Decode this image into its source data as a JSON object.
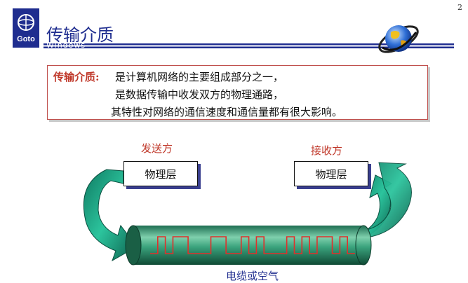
{
  "header": {
    "page_number": "2",
    "title": "传输介质",
    "logo_text": "Goto",
    "watermark": "Windows"
  },
  "definition": {
    "term": "传输介质:",
    "line1": "是计算机网络的主要组成部分之一，",
    "line2": "是数据传输中收发双方的物理通路，",
    "line3": "其特性对网络的通信速度和通信量都有很大影响。"
  },
  "diagram": {
    "sender": {
      "label": "发送方",
      "layer": "物理层"
    },
    "receiver": {
      "label": "接收方",
      "layer": "物理层"
    },
    "medium_label": "电缆或空气",
    "signal": [
      0,
      1,
      0,
      1,
      1,
      0,
      0,
      0,
      1,
      1,
      0,
      0,
      1,
      0,
      1,
      0,
      0,
      0,
      1,
      0,
      1,
      0,
      1,
      1,
      0,
      1,
      0
    ],
    "colors": {
      "arrow": "#1ea88a",
      "tube": "#2b8f6c",
      "signal": "#e0302b",
      "title": "#1f2d8f",
      "accent": "#c0392b"
    }
  },
  "icons": {
    "logo": "goto-logo-icon",
    "globe": "globe-icon"
  }
}
